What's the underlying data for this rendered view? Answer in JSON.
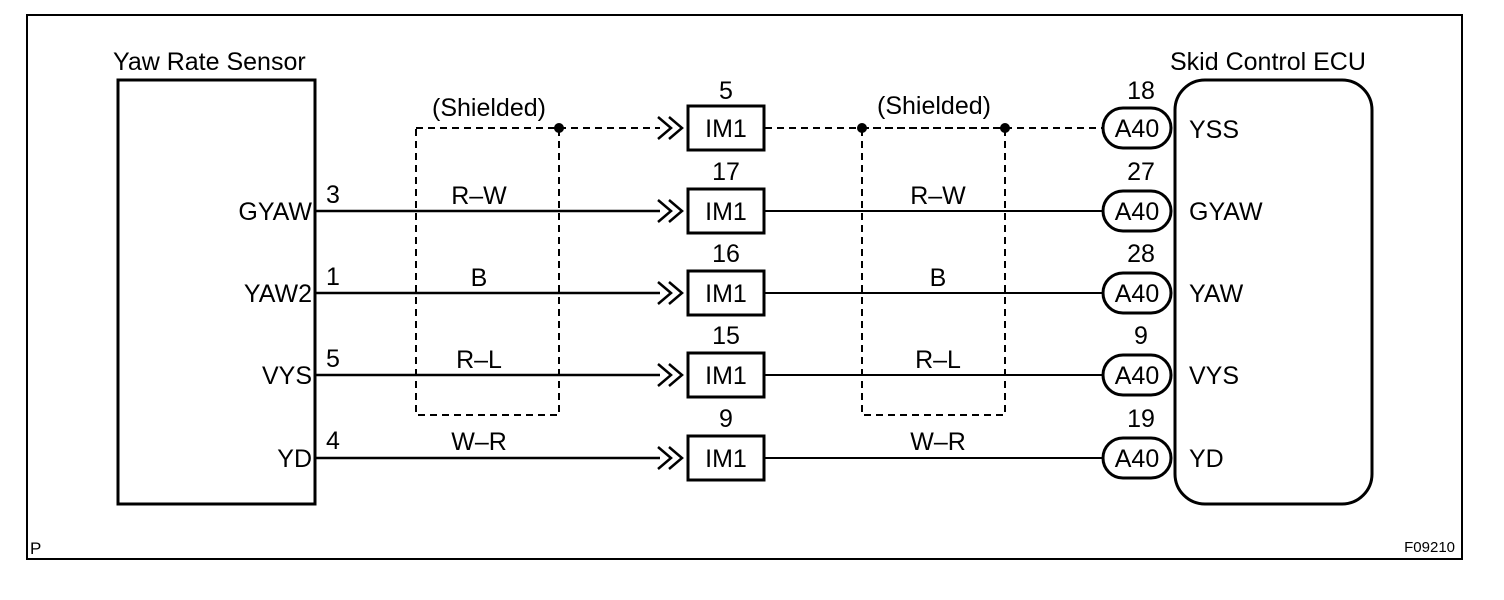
{
  "sensor": {
    "title": "Yaw Rate Sensor",
    "pins": [
      "GYAW",
      "YAW2",
      "VYS",
      "YD"
    ],
    "pin_numbers": [
      "3",
      "1",
      "5",
      "4"
    ]
  },
  "ecu": {
    "title": "Skid Control ECU",
    "pins": [
      "YSS",
      "GYAW",
      "YAW",
      "VYS",
      "YD"
    ],
    "connector": "A40",
    "pin_numbers": [
      "18",
      "27",
      "28",
      "9",
      "19"
    ]
  },
  "junction": {
    "connector": "IM1",
    "pin_numbers": [
      "5",
      "17",
      "16",
      "15",
      "9"
    ]
  },
  "wires": {
    "left_colors": [
      "R–W",
      "B",
      "R–L",
      "W–R"
    ],
    "right_colors": [
      "R–W",
      "B",
      "R–L",
      "W–R"
    ]
  },
  "shield": {
    "left_label": "(Shielded)",
    "right_label": "(Shielded)"
  },
  "footer": {
    "corner_mark": "P",
    "figure_id": "F09210"
  }
}
